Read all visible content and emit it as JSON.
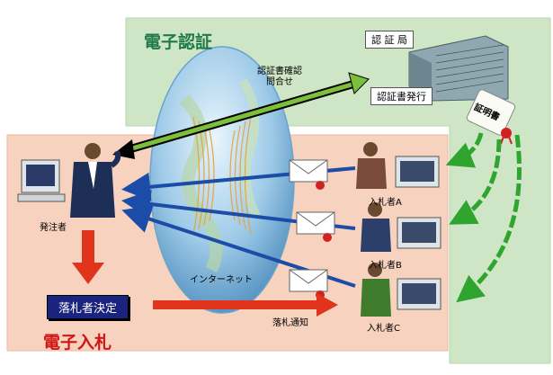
{
  "diagram": {
    "auth_title": "電子認証",
    "bid_title": "電子入札",
    "authority_label": "認 証 局",
    "cert_issue_label": "認証書発行",
    "cert_doc_label": "証明書",
    "inquiry_label": "認証書確認\n問合せ",
    "internet_label": "インターネット",
    "orderer_label": "発注者",
    "decision_label": "落札者決定",
    "notify_label": "落札通知",
    "bidders": [
      {
        "label": "入札者A"
      },
      {
        "label": "入札者B"
      },
      {
        "label": "入札者C"
      }
    ],
    "colors": {
      "auth_panel": "#cfe6c6",
      "bid_panel": "#f6d2bf",
      "arrow_blue": "#1b4ca8",
      "arrow_green": "#2fa52f",
      "arrow_red": "#e0341c",
      "globe": "#9fcbe8"
    }
  }
}
